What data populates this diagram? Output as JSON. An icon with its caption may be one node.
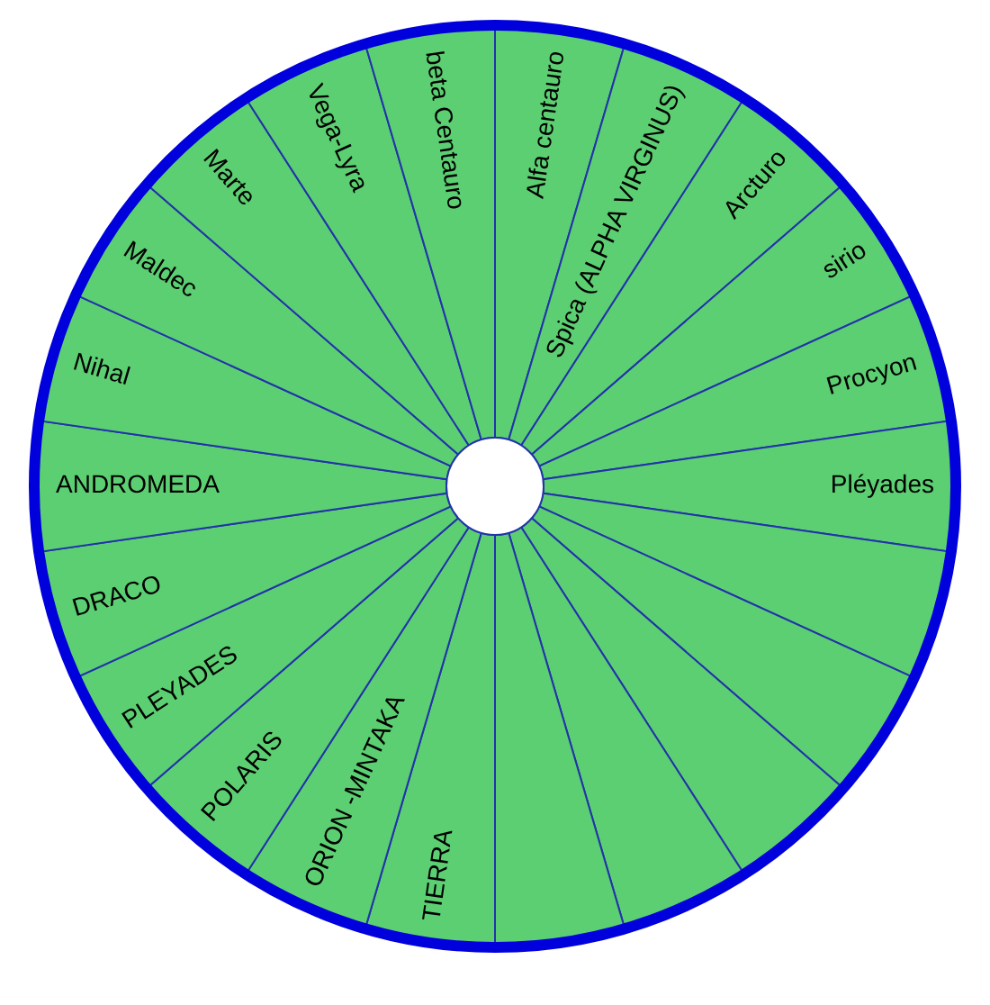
{
  "diagram": {
    "nodes": [
      {
        "text": [
          "Alfa centauro"
        ]
      },
      {
        "text": [
          "Spica (ALPHA VIRGINUS)"
        ]
      },
      {
        "text": [
          "Arcturo"
        ]
      },
      {
        "text": [
          "sirio"
        ]
      },
      {
        "text": [
          "Procyon"
        ]
      },
      {
        "text": [
          "Pléyades"
        ]
      },
      {
        "text": [],
        "shape": "sector"
      },
      {
        "text": [],
        "shape": "sector"
      },
      {
        "text": [],
        "shape": "sector"
      },
      {
        "text": [],
        "shape": "sector"
      },
      {
        "text": [],
        "shape": "sector"
      },
      {
        "text": [
          "TIERRA"
        ]
      },
      {
        "text": [
          "ORION -MINTAKA"
        ]
      },
      {
        "text": [
          "POLARIS"
        ]
      },
      {
        "text": [
          "PLEYADES"
        ]
      },
      {
        "text": [
          "DRACO"
        ]
      },
      {
        "text": [
          "ANDROMEDA"
        ]
      },
      {
        "text": [
          "Nihal"
        ]
      },
      {
        "text": [
          "Maldec"
        ]
      },
      {
        "text": [
          "Marte"
        ]
      },
      {
        "text": [
          "Vega-Lyra"
        ]
      },
      {
        "text": [
          "beta Centauro"
        ]
      }
    ]
  }
}
